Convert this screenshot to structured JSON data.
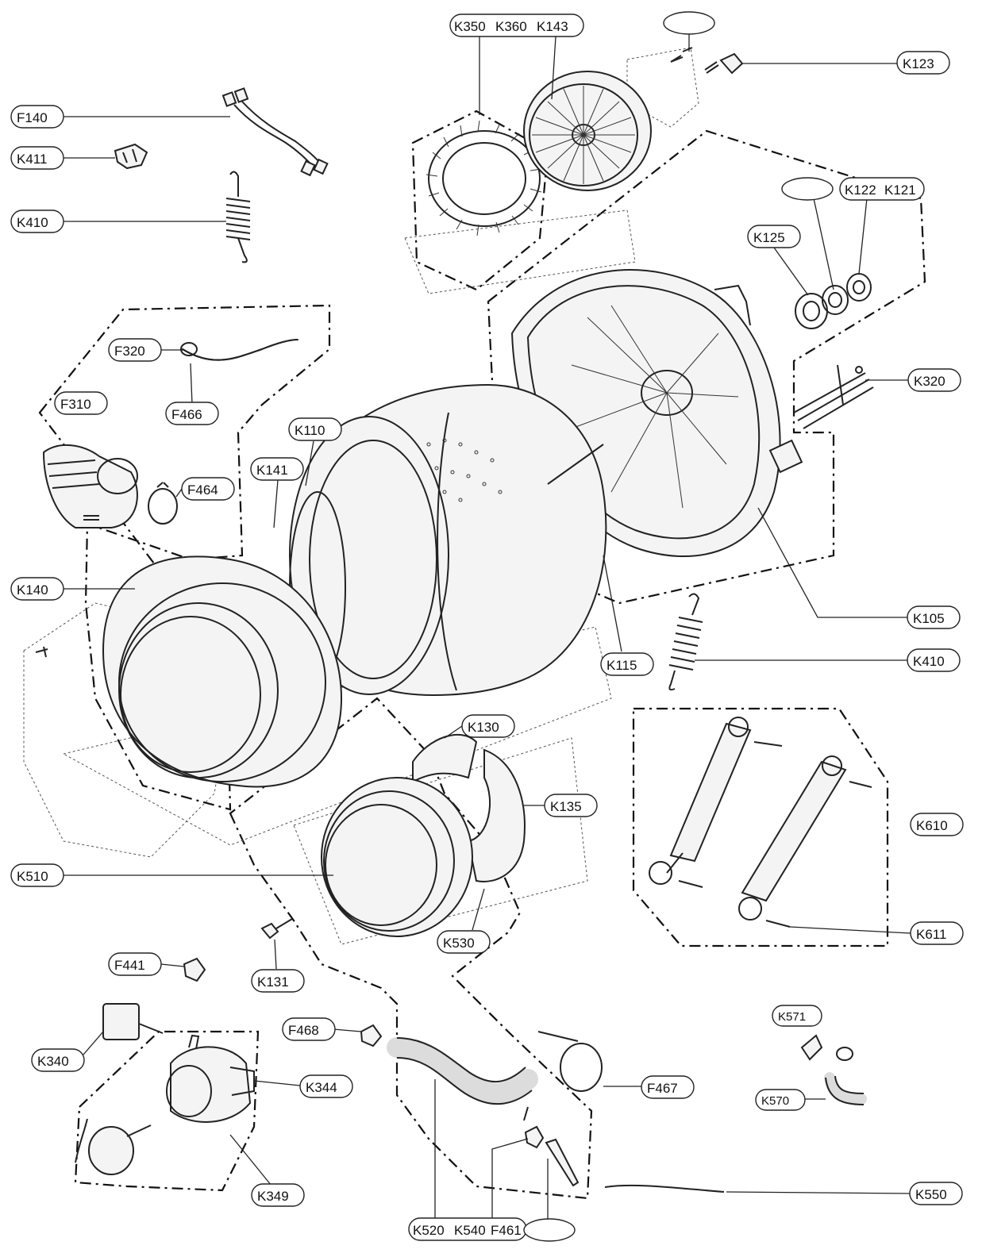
{
  "labels": {
    "k350": "K350",
    "k360": "K360",
    "k143": "K143",
    "k123": "K123",
    "f140": "F140",
    "k411": "K411",
    "k410_top": "K410",
    "k122": "K122",
    "k121": "K121",
    "k125": "K125",
    "f320": "F320",
    "f466": "F466",
    "f310": "F310",
    "k320": "K320",
    "k110": "K110",
    "k141": "K141",
    "f464": "F464",
    "k140": "K140",
    "k105": "K105",
    "k115": "K115",
    "k410_mid": "K410",
    "k130": "K130",
    "k135": "K135",
    "k610": "K610",
    "k510": "K510",
    "k611": "K611",
    "k530": "K530",
    "f441": "F441",
    "k131": "K131",
    "k571": "K571",
    "f468": "F468",
    "k340": "K340",
    "k344": "K344",
    "f467": "F467",
    "k570": "K570",
    "k349": "K349",
    "k550": "K550",
    "k520": "K520",
    "k540": "K540",
    "f461": "F461"
  }
}
